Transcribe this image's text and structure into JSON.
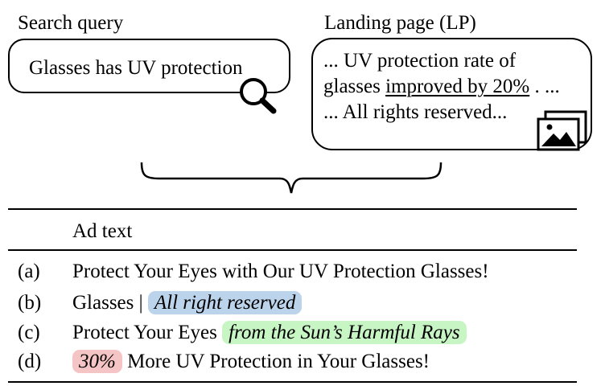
{
  "search": {
    "title": "Search query",
    "query": "Glasses has UV protection",
    "icon": "magnifier-icon"
  },
  "landing": {
    "title": "Landing page (LP)",
    "line1": "... UV protection rate of",
    "line2_prefix": "glasses ",
    "line2_underlined": "improved by 20%",
    "line2_suffix": ". ...",
    "line3": "... All rights reserved...",
    "icon": "image-gallery-icon"
  },
  "table": {
    "header": "Ad text",
    "rows": [
      {
        "label": "(a)",
        "plain": "Protect Your Eyes with Our UV Protection Glasses!",
        "highlight": "",
        "suffix": ""
      },
      {
        "label": "(b)",
        "plain": "Glasses | ",
        "highlight": "All right reserved",
        "suffix": ""
      },
      {
        "label": "(c)",
        "plain": "Protect Your Eyes ",
        "highlight": "from the Sun’s Harmful Rays",
        "suffix": ""
      },
      {
        "label": "(d)",
        "plain": "",
        "highlight": "30%",
        "suffix": " More UV Protection in Your Glasses!"
      }
    ]
  },
  "colors": {
    "blue_highlight": "#bcd3ec",
    "green_highlight": "#c8f5c4",
    "red_highlight": "#f5c4c4"
  }
}
